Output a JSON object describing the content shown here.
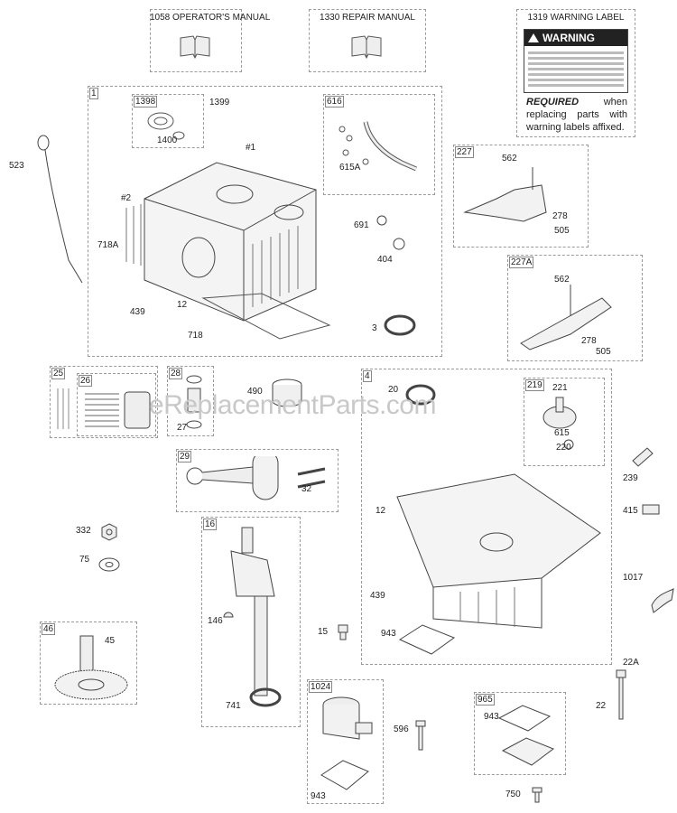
{
  "headers": {
    "operators_manual": "1058 OPERATOR'S MANUAL",
    "repair_manual": "1330 REPAIR MANUAL",
    "warning_label": "1319 WARNING LABEL"
  },
  "warning": {
    "title": "WARNING",
    "required_word": "REQUIRED",
    "required_text": " when replacing parts with warning labels affixed."
  },
  "watermark": "eReplacementParts.com",
  "box_labels": {
    "b1": "1",
    "b1398": "1398",
    "b616": "616",
    "b227": "227",
    "b227a": "227A",
    "b25": "25",
    "b26": "26",
    "b28": "28",
    "b4": "4",
    "b219": "219",
    "b29": "29",
    "b16": "16",
    "b46": "46",
    "b1024": "1024",
    "b965": "965"
  },
  "labels": {
    "l1399": "1399",
    "l1400": "1400",
    "l1": "#1",
    "l2": "#2",
    "l615a": "615A",
    "l691": "691",
    "l404": "404",
    "l718a": "718A",
    "l12a": "12",
    "l439a": "439",
    "l718": "718",
    "l3": "3",
    "l523": "523",
    "l562a": "562",
    "l278a": "278",
    "l505a": "505",
    "l562b": "562",
    "l278b": "278",
    "l505b": "505",
    "l490": "490",
    "l27": "27",
    "l20": "20",
    "l221": "221",
    "l615": "615",
    "l220": "220",
    "l239": "239",
    "l32": "32",
    "l12b": "12",
    "l415": "415",
    "l332": "332",
    "l75": "75",
    "l1017": "1017",
    "l439b": "439",
    "l146": "146",
    "l15": "15",
    "l943a": "943",
    "l45": "45",
    "l22a": "22A",
    "l22": "22",
    "l741": "741",
    "l596": "596",
    "l943b": "943",
    "l943c": "943",
    "l750": "750"
  }
}
